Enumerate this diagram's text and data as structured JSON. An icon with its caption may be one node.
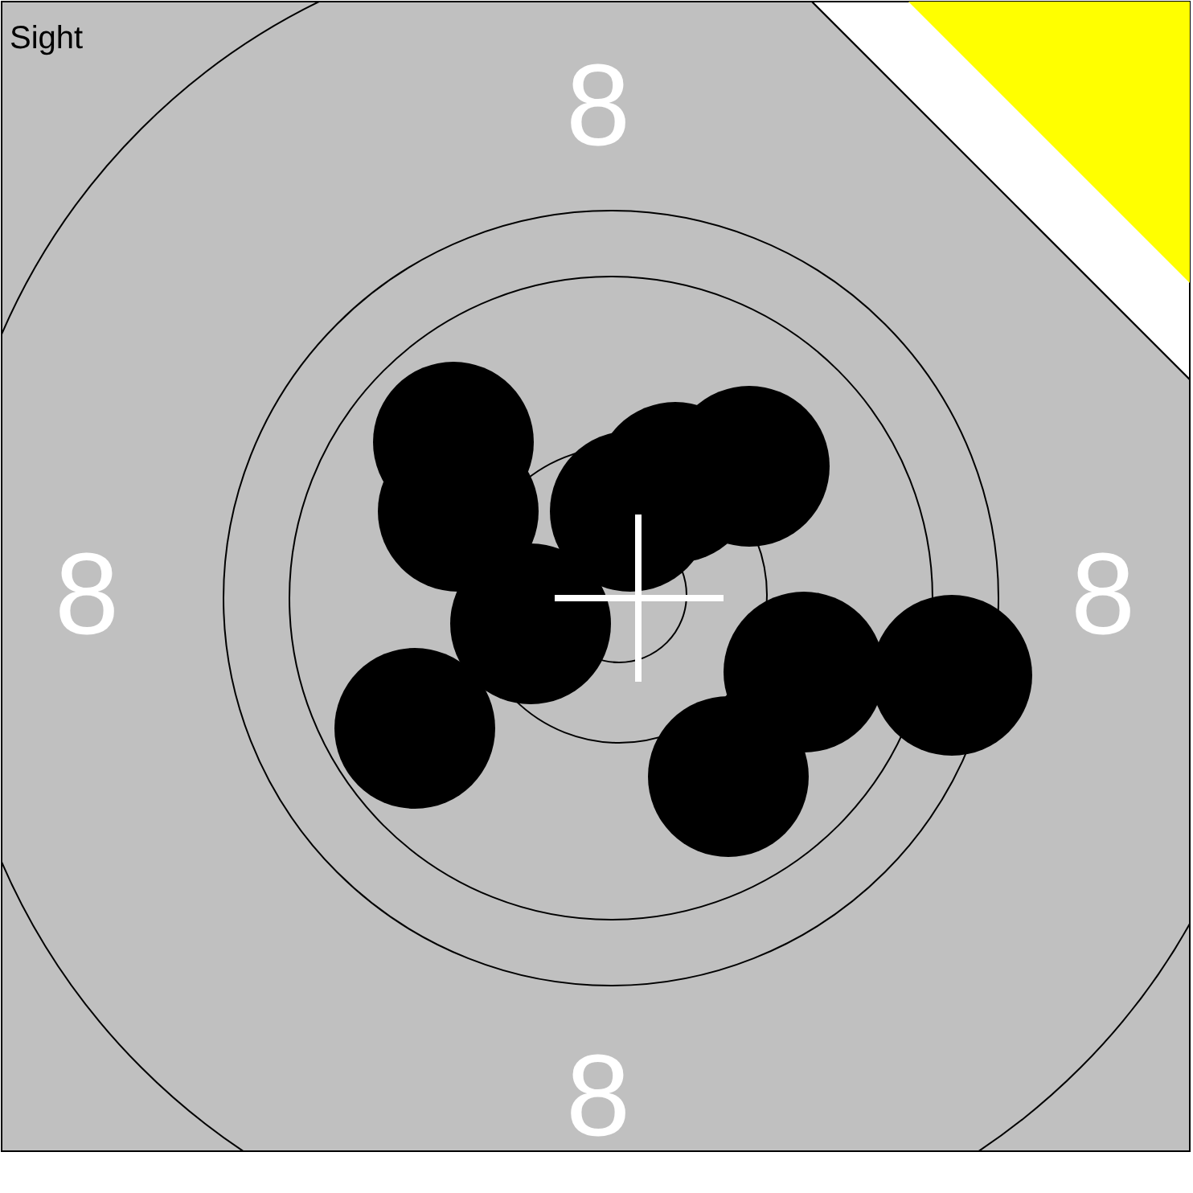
{
  "diagram": {
    "labels": [
      "Sight",
      "8",
      "8",
      "8",
      "8"
    ]
  }
}
